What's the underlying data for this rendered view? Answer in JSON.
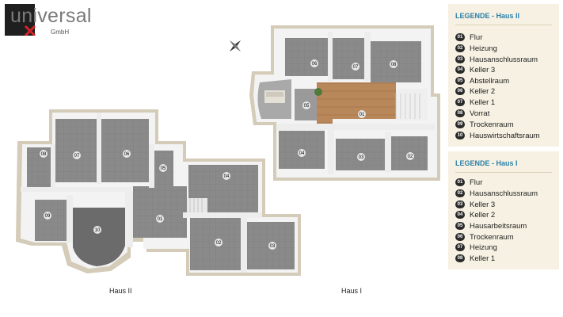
{
  "logo": {
    "wordmark": "universal",
    "sub": "GmbH"
  },
  "plan_labels": {
    "haus_ii": "Haus II",
    "haus_i": "Haus I"
  },
  "legend_haus_ii": {
    "title": "LEGENDE - Haus II",
    "items": [
      {
        "num": "01",
        "label": "Flur"
      },
      {
        "num": "02",
        "label": "Heizung"
      },
      {
        "num": "03",
        "label": "Hausanschlussraum"
      },
      {
        "num": "04",
        "label": "Keller 3"
      },
      {
        "num": "05",
        "label": "Abstellraum"
      },
      {
        "num": "06",
        "label": "Keller 2"
      },
      {
        "num": "07",
        "label": "Keller 1"
      },
      {
        "num": "08",
        "label": "Vorrat"
      },
      {
        "num": "09",
        "label": "Trockenraum"
      },
      {
        "num": "10",
        "label": "Hauswirtschaftsraum"
      }
    ]
  },
  "legend_haus_i": {
    "title": "LEGENDE - Haus I",
    "items": [
      {
        "num": "01",
        "label": "Flur"
      },
      {
        "num": "02",
        "label": "Hausanschlussraum"
      },
      {
        "num": "03",
        "label": "Keller 3"
      },
      {
        "num": "04",
        "label": "Keller 2"
      },
      {
        "num": "05",
        "label": "Hausarbeitsraum"
      },
      {
        "num": "06",
        "label": "Trockenraum"
      },
      {
        "num": "07",
        "label": "Heizung"
      },
      {
        "num": "08",
        "label": "Keller 1"
      }
    ]
  },
  "room_markers_left": [
    "01",
    "02",
    "03",
    "04",
    "05",
    "06",
    "07",
    "08",
    "09",
    "10"
  ],
  "room_markers_right": [
    "01",
    "02",
    "03",
    "04",
    "05",
    "06",
    "07",
    "08"
  ],
  "colors": {
    "floor": "#8f8f8f",
    "wall": "#efefef",
    "wall_shadow": "#c9c2b2",
    "wood": "#b8875a",
    "legend_bg": "#f6f1e2",
    "legend_title": "#2b7fa8",
    "logo_red": "#d8222a"
  }
}
